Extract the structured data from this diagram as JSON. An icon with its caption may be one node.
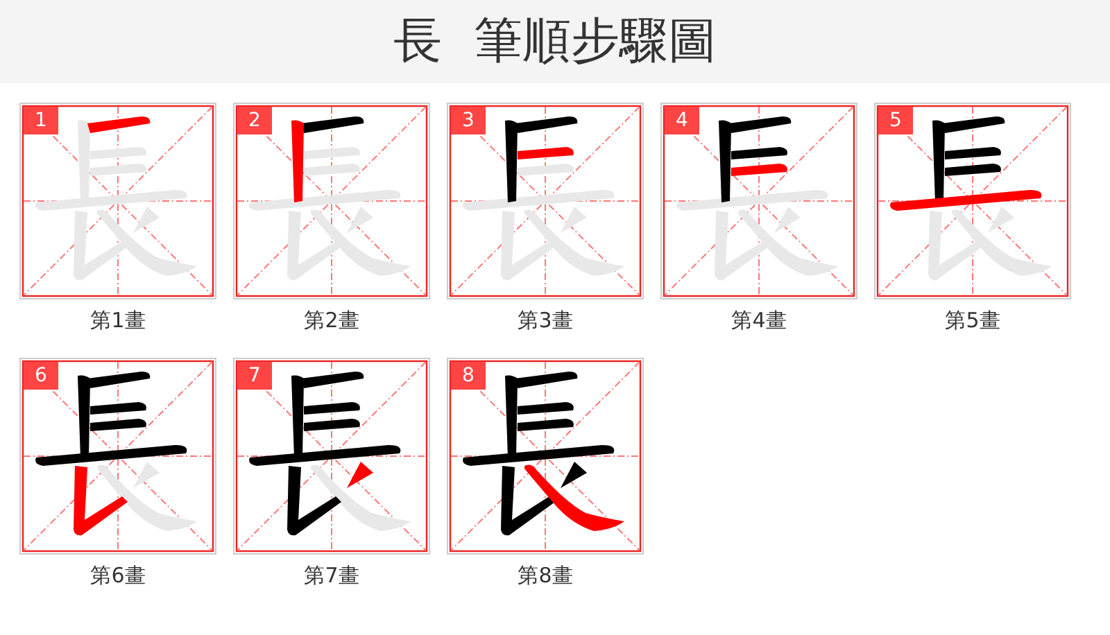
{
  "diagram": {
    "title": "長 筆順步驟圖",
    "nodes": [
      {
        "text": [
          "1"
        ],
        "beside": [
          "第1畫"
        ]
      },
      {
        "text": [
          "2"
        ],
        "beside": [
          "第2畫"
        ]
      },
      {
        "text": [
          "3"
        ],
        "beside": [
          "第3畫"
        ]
      },
      {
        "text": [
          "4"
        ],
        "beside": [
          "第4畫"
        ]
      },
      {
        "text": [
          "5"
        ],
        "beside": [
          "第5畫"
        ]
      },
      {
        "text": [
          "6"
        ],
        "beside": [
          "第6畫"
        ]
      },
      {
        "text": [
          "7"
        ],
        "beside": [
          "第7畫"
        ]
      },
      {
        "text": [
          "8"
        ],
        "beside": [
          "第8畫"
        ]
      }
    ]
  }
}
